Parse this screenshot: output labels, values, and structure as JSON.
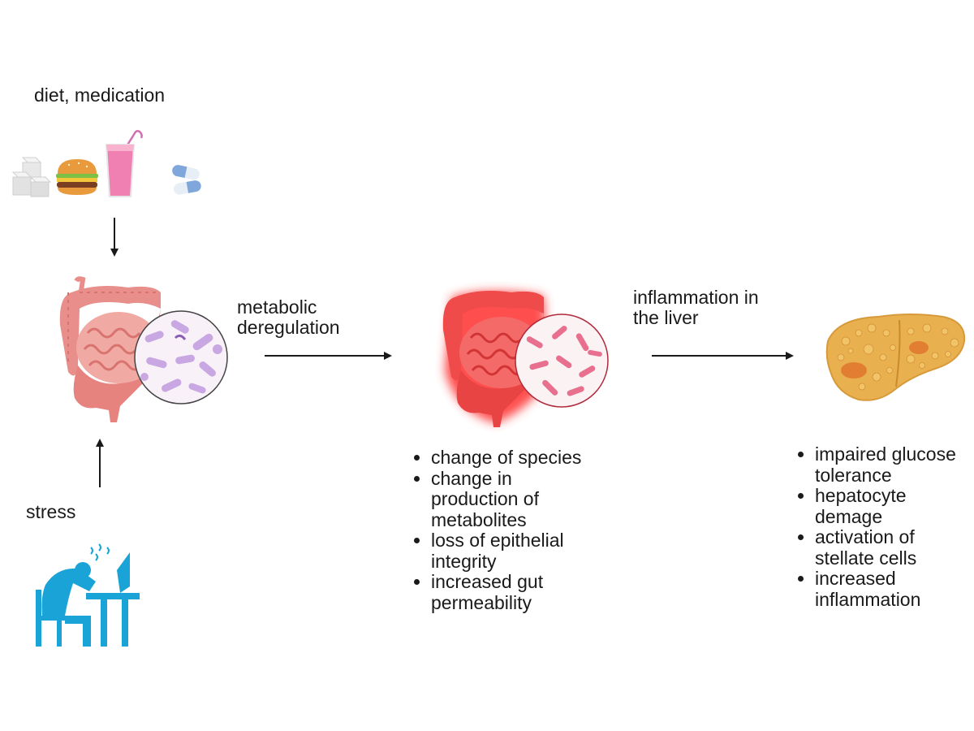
{
  "labels": {
    "diet": "diet, medication",
    "stress": "stress",
    "metabolic": [
      "metabolic",
      "deregulation"
    ],
    "inflammation": [
      "inflammation in",
      "the liver"
    ]
  },
  "gut_effects": [
    "change of species",
    "change in production of metabolites",
    "loss of epithelial integrity",
    "increased gut permeability"
  ],
  "liver_effects": [
    "impaired glucose tolerance",
    "hepatocyte demage",
    "activation of stellate cells",
    "increased inflammation"
  ],
  "colors": {
    "healthy_gut": "#e88f8b",
    "inflamed_gut": "#ef4b4b",
    "microbe_healthy": "#c9a7e3",
    "microbe_dysbiotic": "#e8708e",
    "liver": "#e9b050",
    "stress_figure": "#1aa3d6",
    "arrow": "#1a1a1a"
  },
  "icons": [
    "sugar-cubes-icon",
    "burger-icon",
    "smoothie-icon",
    "pills-icon",
    "healthy-gut-icon",
    "inflamed-gut-icon",
    "fatty-liver-icon",
    "stressed-person-icon"
  ]
}
